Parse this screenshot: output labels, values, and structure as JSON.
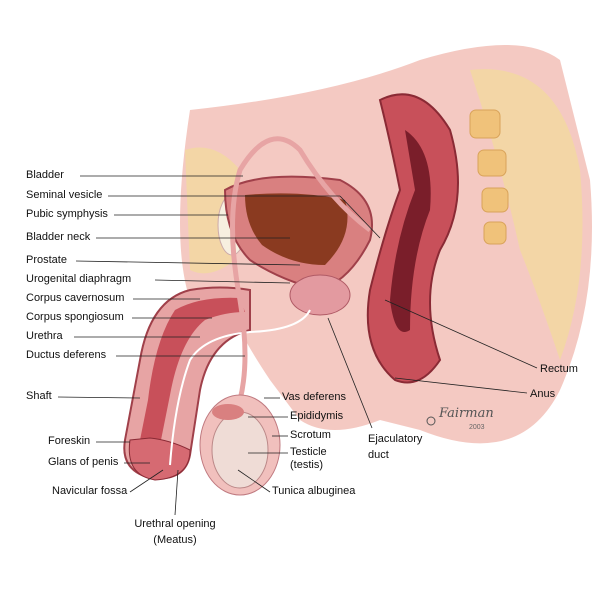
{
  "labels": {
    "bladder": "Bladder",
    "seminal_vesicle": "Seminal vesicle",
    "pubic_symphysis": "Pubic symphysis",
    "bladder_neck": "Bladder neck",
    "prostate": "Prostate",
    "urogenital_diaphragm": "Urogenital diaphragm",
    "corpus_cavernosum": "Corpus cavernosum",
    "corpus_spongiosum": "Corpus spongiosum",
    "urethra": "Urethra",
    "ductus_deferens": "Ductus deferens",
    "shaft": "Shaft",
    "foreskin": "Foreskin",
    "glans": "Glans of penis",
    "navicular_fossa": "Navicular fossa",
    "urethral_opening_1": "Urethral opening",
    "urethral_opening_2": "(Meatus)",
    "vas_deferens": "Vas deferens",
    "epididymis": "Epididymis",
    "scrotum": "Scrotum",
    "testicle_1": "Testicle",
    "testicle_2": "(testis)",
    "tunica": "Tunica albuginea",
    "ejaculatory_1": "Ejaculatory",
    "ejaculatory_2": "duct",
    "rectum": "Rectum",
    "anus": "Anus"
  },
  "signature": {
    "name": "Fairman",
    "year": "2003"
  },
  "colors": {
    "tissue": "#e8a0a0",
    "muscle": "#c8505a",
    "fat": "#f3d6a6",
    "line": "#222222"
  }
}
